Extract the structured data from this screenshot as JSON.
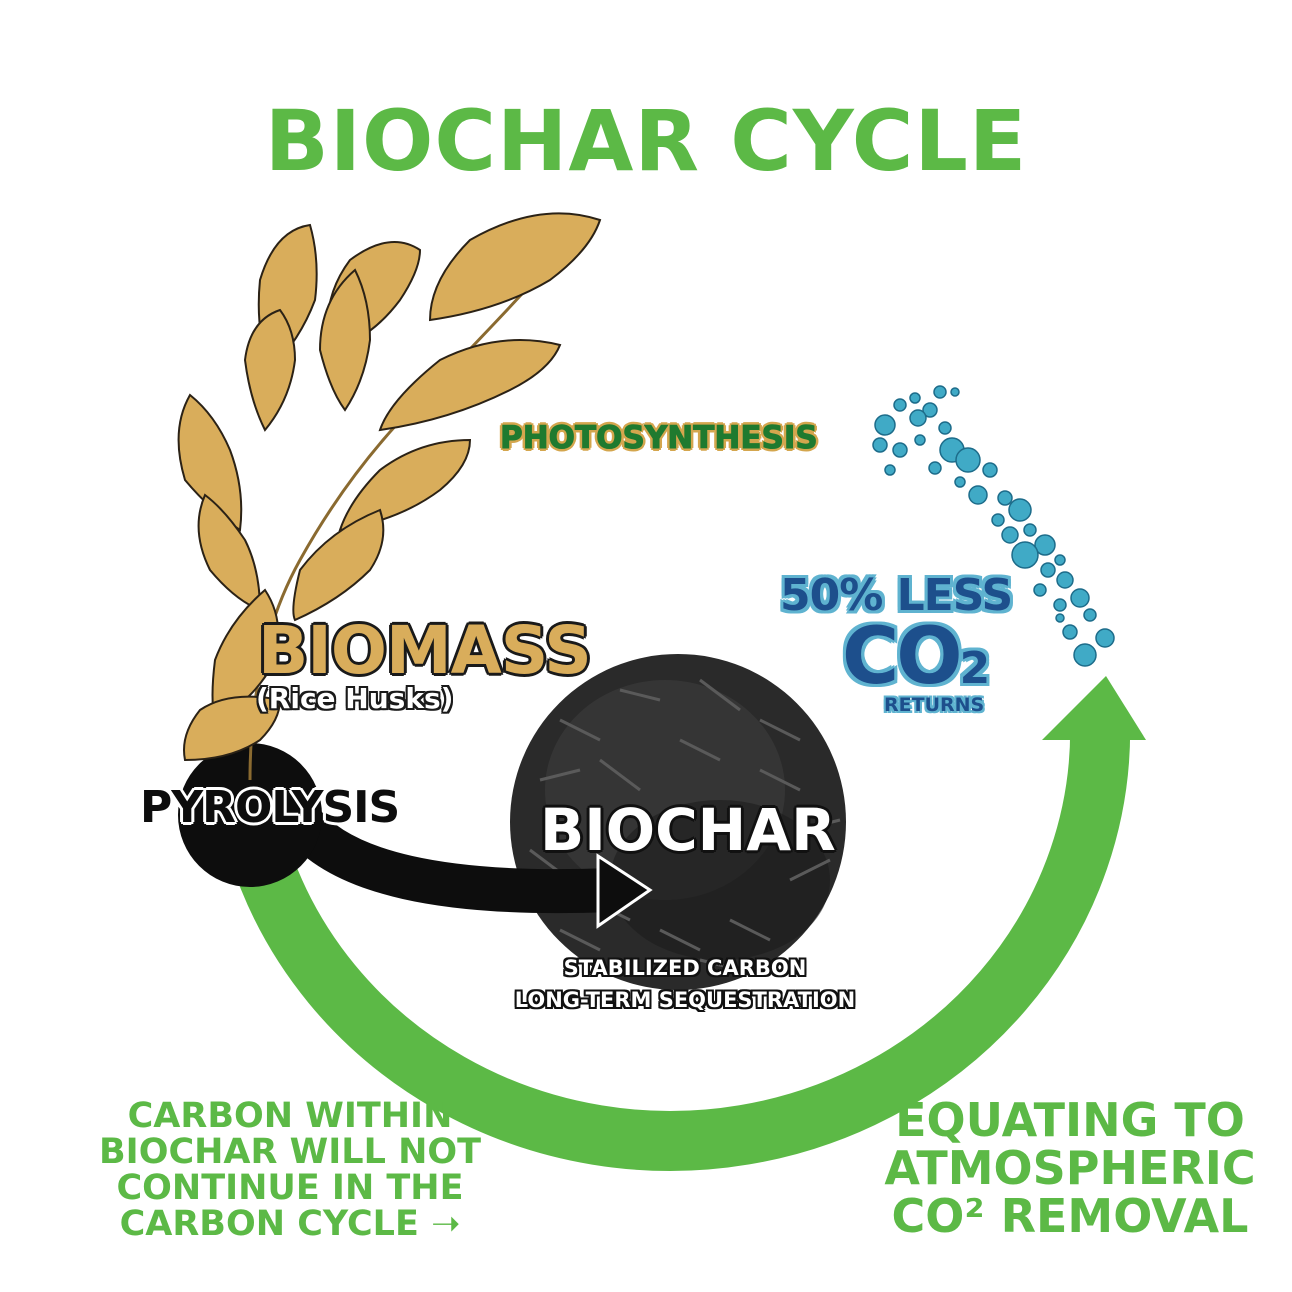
{
  "title": "BIOCHAR CYCLE",
  "labels": {
    "photosynthesis": "PHOTOSYNTHESIS",
    "biomass": "BIOMASS",
    "biomass_sub": "(Rice Husks)",
    "pyrolysis": "PYROLYSIS",
    "biochar": "BIOCHAR",
    "stabilized": "STABILIZED CARBON",
    "sequestration": "LONG-TERM SEQUESTRATION",
    "less": "50% LESS",
    "co2_main": "CO",
    "co2_sub": "2",
    "returns": "RETURNS"
  },
  "left_note": [
    "CARBON WITHIN",
    "BIOCHAR WILL NOT",
    "CONTINUE IN THE",
    "CARBON CYCLE ➝"
  ],
  "right_note": [
    "EQUATING TO",
    "ATMOSPHERIC",
    "CO² REMOVAL"
  ],
  "colors": {
    "green": "#5cb946",
    "dark_green": "#1f7a2f",
    "husk": "#d4a64e",
    "co2_blue": "#1d4f8c",
    "bubble": "#3ea9c4",
    "black": "#0d0d0d"
  }
}
